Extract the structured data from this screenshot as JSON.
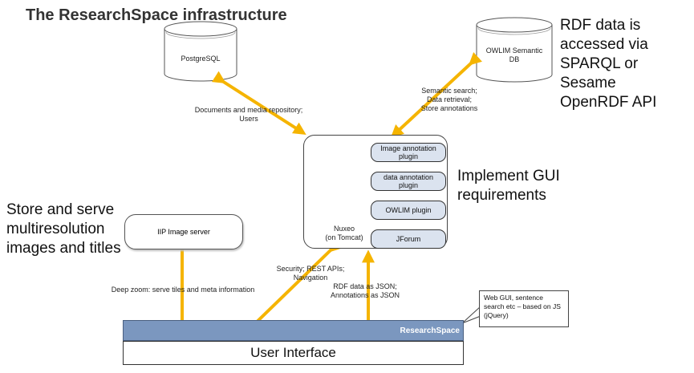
{
  "title": "The ResearchSpace infrastructure",
  "notes": {
    "rdf": "RDF data is\naccessed via\nSPARQL or Sesame\nOpenRDF API",
    "gui": "Implement GUI\nrequirements",
    "images": "Store and serve\nmultiresolution\nimages and titles"
  },
  "databases": {
    "postgres": "PostgreSQL",
    "owlim_db": "OWLIM Semantic\nDB"
  },
  "servers": {
    "iip": "IIP Image server",
    "nuxeo": "Nuxeo\n(on Tomcat)"
  },
  "plugins": [
    "Image annotation\nplugin",
    "data annotation\nplugin",
    "OWLIM plugin",
    "JForum"
  ],
  "edge_labels": {
    "documents": "Documents and media repository;\nUsers",
    "semantic": "Semantic search;\nData retrieval;\nStore annotations",
    "deep_zoom": "Deep zoom: serve tiles and meta information",
    "security": "Security; REST APIs;\nNavigation",
    "rdf_json": "RDF data as JSON;\nAnnotations as JSON"
  },
  "layers": {
    "researchspace": "ResearchSpace",
    "user_interface": "User Interface"
  },
  "callout": "Web GUI, sentence search etc – based on JS (jQuery)",
  "colors": {
    "arrow": "#f5b400",
    "plugin_fill": "#dbe3ef",
    "researchspace_bar": "#7b97bf"
  }
}
